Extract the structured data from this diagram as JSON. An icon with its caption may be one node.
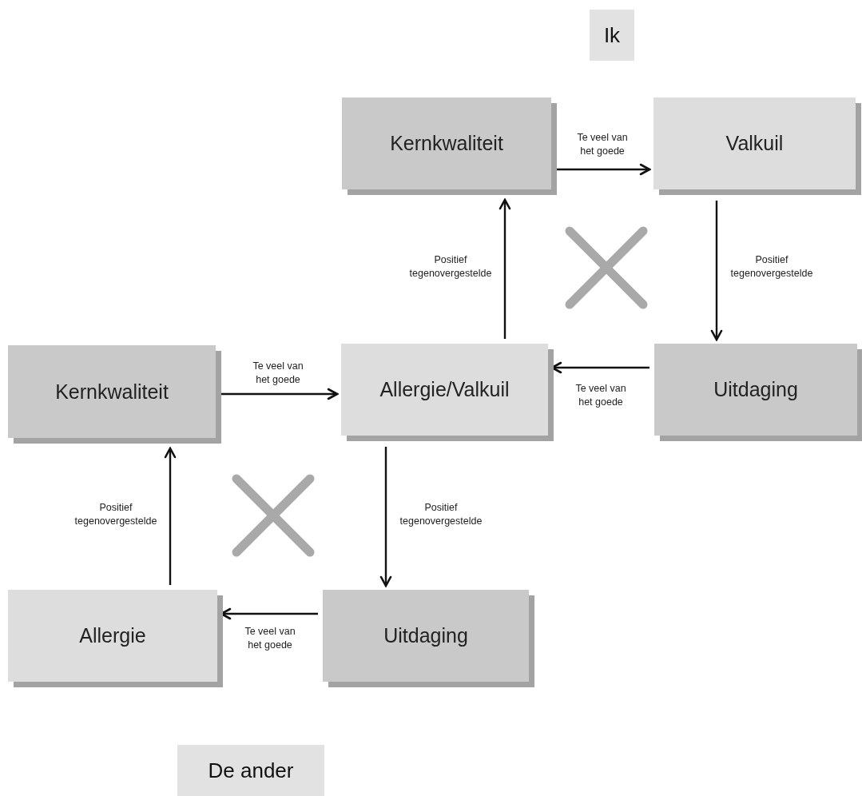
{
  "diagram": {
    "nodes": [
      {
        "text": [
          "Ik"
        ]
      },
      {
        "text": [
          "Kernkwaliteit"
        ]
      },
      {
        "text": [
          "Valkuil"
        ]
      },
      {
        "text": [
          "Kernkwaliteit"
        ]
      },
      {
        "text": [
          "Allergie/Valkuil"
        ]
      },
      {
        "text": [
          "Uitdaging"
        ]
      },
      {
        "text": [
          "Allergie"
        ]
      },
      {
        "text": [
          "Uitdaging"
        ]
      },
      {
        "text": [
          "De ander"
        ]
      }
    ],
    "edges": [
      {
        "from": 1,
        "to": 2,
        "arrow": "to",
        "label": "Te veel van het goede"
      },
      {
        "from": 2,
        "to": 5,
        "arrow": "to",
        "label": "Positief tegenovergestelde"
      },
      {
        "from": 5,
        "to": 4,
        "arrow": "to",
        "label": "Te veel van het goede"
      },
      {
        "from": 4,
        "to": 1,
        "arrow": "to",
        "label": "Positief tegenovergestelde"
      },
      {
        "from": 3,
        "to": 4,
        "arrow": "to",
        "label": "Te veel van het goede"
      },
      {
        "from": 4,
        "to": 7,
        "arrow": "to",
        "label": "Positief tegenovergestelde"
      },
      {
        "from": 7,
        "to": 6,
        "arrow": "to",
        "label": "Te veel van het goede"
      },
      {
        "from": 6,
        "to": 3,
        "arrow": "to",
        "label": "Positief tegenovergestelde"
      }
    ]
  }
}
